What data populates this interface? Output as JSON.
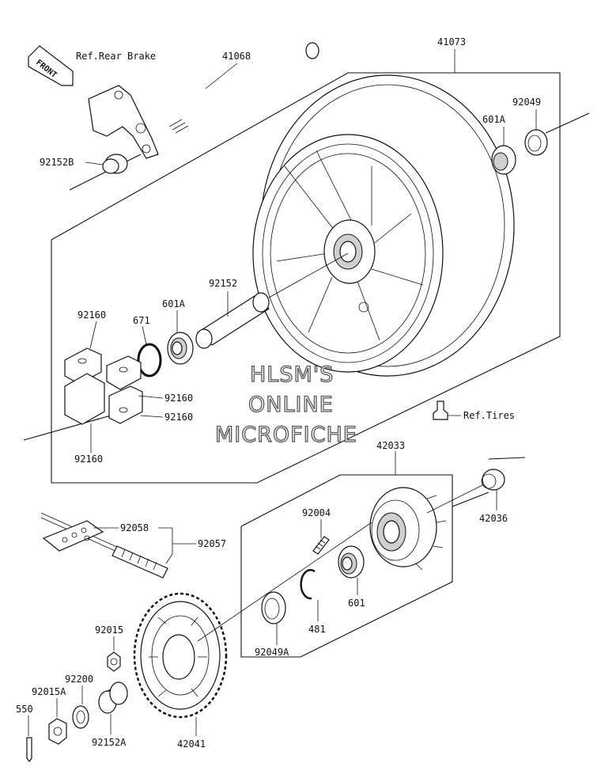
{
  "diagram": {
    "front_label": "FRONT",
    "watermark": [
      "HLSM'S",
      "ONLINE",
      "MICROFICHE"
    ],
    "labels": {
      "ref_rear_brake": "Ref.Rear Brake",
      "p41068": "41068",
      "p41073": "41073",
      "p92049": "92049",
      "p601A_top": "601A",
      "p92152B": "92152B",
      "p92152": "92152",
      "p601A": "601A",
      "p671": "671",
      "p92160_top": "92160",
      "p92160_mid": "92160",
      "p92160_low": "92160",
      "p92160_bot": "92160",
      "ref_tires": "Ref.Tires",
      "p42033": "42033",
      "p42036": "42036",
      "p92058": "92058",
      "p92057": "92057",
      "p92004": "92004",
      "p601": "601",
      "p481": "481",
      "p92049A": "92049A",
      "p92015": "92015",
      "p92200": "92200",
      "p92015A": "92015A",
      "p550": "550",
      "p92152A": "92152A",
      "p42041": "42041"
    }
  }
}
